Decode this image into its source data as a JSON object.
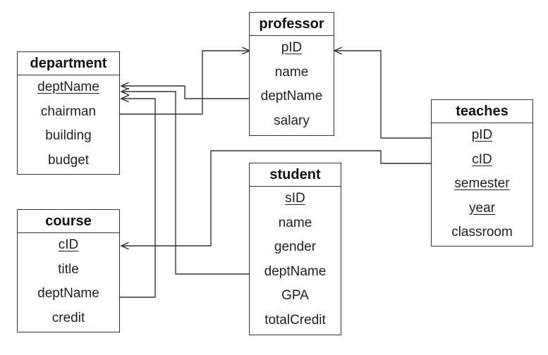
{
  "tables": {
    "professor": {
      "title": "professor",
      "attributes": [
        {
          "name": "pID",
          "key": true
        },
        {
          "name": "name",
          "key": false
        },
        {
          "name": "deptName",
          "key": false
        },
        {
          "name": "salary",
          "key": false
        }
      ]
    },
    "department": {
      "title": "department",
      "attributes": [
        {
          "name": "deptName",
          "key": true
        },
        {
          "name": "chairman",
          "key": false
        },
        {
          "name": "building",
          "key": false
        },
        {
          "name": "budget",
          "key": false
        }
      ]
    },
    "teaches": {
      "title": "teaches",
      "attributes": [
        {
          "name": "pID",
          "key": true
        },
        {
          "name": "cID",
          "key": true
        },
        {
          "name": "semester",
          "key": true
        },
        {
          "name": "year",
          "key": true
        },
        {
          "name": "classroom",
          "key": false
        }
      ]
    },
    "student": {
      "title": "student",
      "attributes": [
        {
          "name": "sID",
          "key": true
        },
        {
          "name": "name",
          "key": false
        },
        {
          "name": "gender",
          "key": false
        },
        {
          "name": "deptName",
          "key": false
        },
        {
          "name": "GPA",
          "key": false
        },
        {
          "name": "totalCredit",
          "key": false
        }
      ]
    },
    "course": {
      "title": "course",
      "attributes": [
        {
          "name": "cID",
          "key": true
        },
        {
          "name": "title",
          "key": false
        },
        {
          "name": "deptName",
          "key": false
        },
        {
          "name": "credit",
          "key": false
        }
      ]
    }
  },
  "relationships": [
    {
      "from": "department.chairman",
      "to": "professor.pID"
    },
    {
      "from": "professor.deptName",
      "to": "department.deptName"
    },
    {
      "from": "teaches.pID",
      "to": "professor.pID"
    },
    {
      "from": "teaches.cID",
      "to": "course.cID"
    },
    {
      "from": "student.deptName",
      "to": "department.deptName"
    },
    {
      "from": "course.deptName",
      "to": "department.deptName"
    }
  ],
  "colors": {
    "border": "#333333",
    "line": "#333333",
    "text": "#222222"
  }
}
